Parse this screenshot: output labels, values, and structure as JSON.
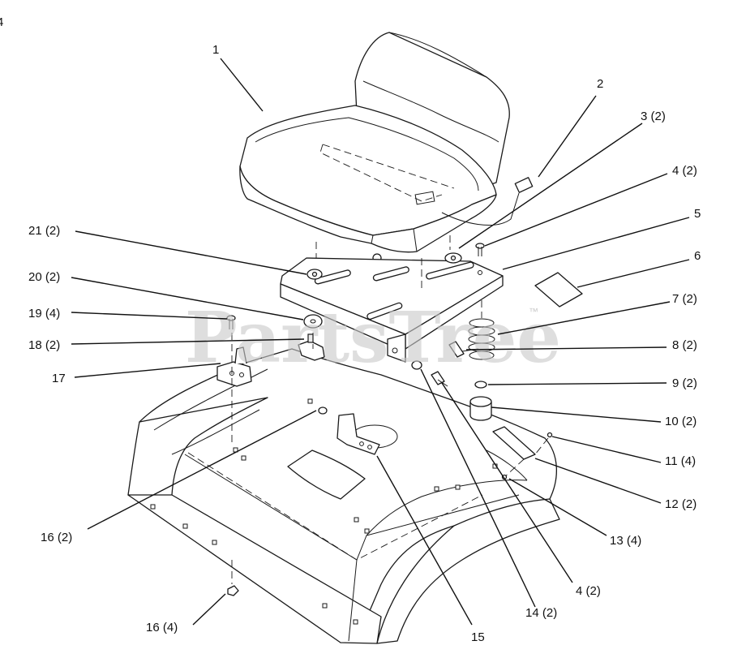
{
  "diagram": {
    "watermark": "PartsTree",
    "watermark_tm": "™",
    "corner_mark": "4",
    "callouts": [
      {
        "id": "c1",
        "label": "1"
      },
      {
        "id": "c2",
        "label": "2"
      },
      {
        "id": "c3",
        "label": "3 (2)"
      },
      {
        "id": "c4a",
        "label": "4 (2)"
      },
      {
        "id": "c5",
        "label": "5"
      },
      {
        "id": "c6",
        "label": "6"
      },
      {
        "id": "c7",
        "label": "7 (2)"
      },
      {
        "id": "c8",
        "label": "8 (2)"
      },
      {
        "id": "c9",
        "label": "9 (2)"
      },
      {
        "id": "c10",
        "label": "10 (2)"
      },
      {
        "id": "c11",
        "label": "11 (4)"
      },
      {
        "id": "c12",
        "label": "12 (2)"
      },
      {
        "id": "c13",
        "label": "13 (4)"
      },
      {
        "id": "c4b",
        "label": "4 (2)"
      },
      {
        "id": "c14",
        "label": "14 (2)"
      },
      {
        "id": "c15",
        "label": "15"
      },
      {
        "id": "c16a",
        "label": "16 (4)"
      },
      {
        "id": "c16b",
        "label": "16 (2)"
      },
      {
        "id": "c17",
        "label": "17"
      },
      {
        "id": "c18",
        "label": "18 (2)"
      },
      {
        "id": "c19",
        "label": "19 (4)"
      },
      {
        "id": "c20",
        "label": "20 (2)"
      },
      {
        "id": "c21",
        "label": "21 (2)"
      }
    ]
  }
}
